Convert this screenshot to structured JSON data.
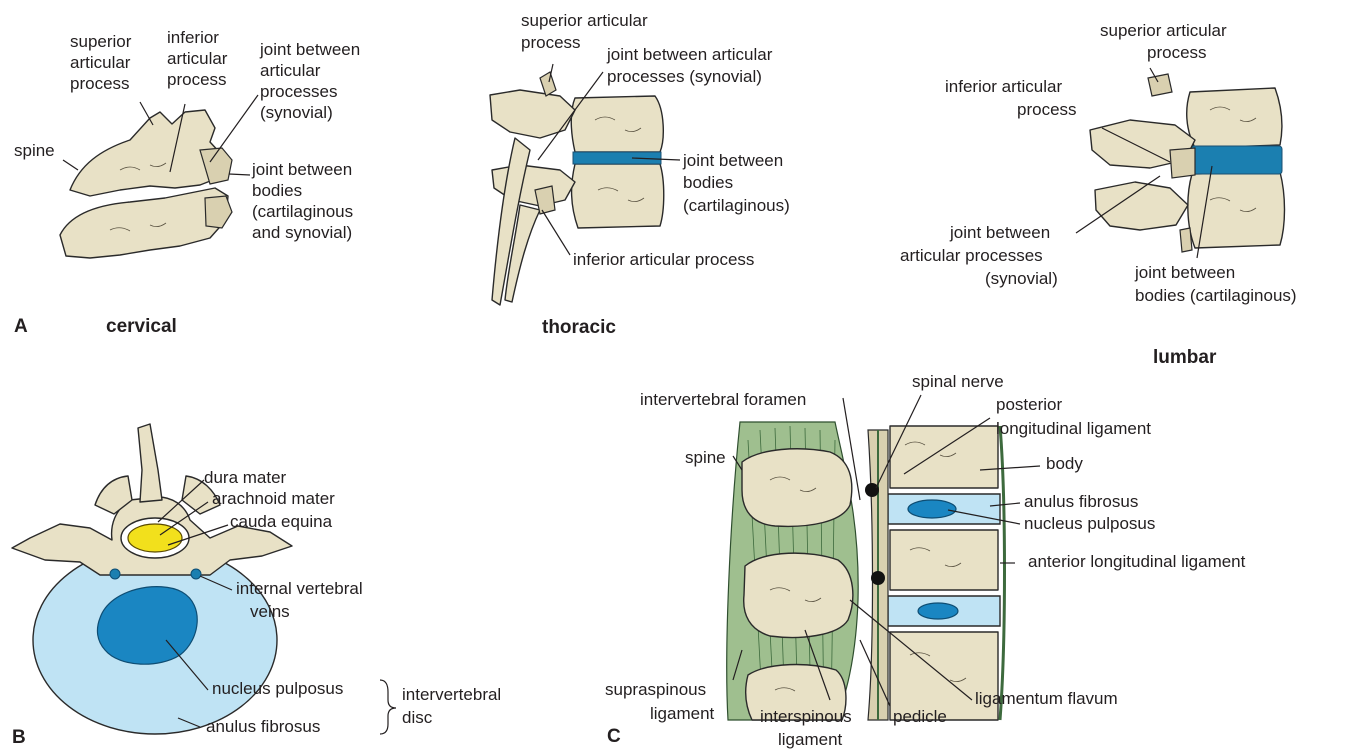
{
  "panel_letters": {
    "a": "A",
    "b": "B",
    "c": "C"
  },
  "captions": {
    "cervical": "cervical",
    "thoracic": "thoracic",
    "lumbar": "lumbar"
  },
  "cervical": {
    "superior_articular_process": [
      "superior",
      "articular",
      "process"
    ],
    "inferior_articular_process": [
      "inferior",
      "articular",
      "process"
    ],
    "joint_articular": [
      "joint between",
      "articular",
      "processes",
      "(synovial)"
    ],
    "spine": "spine",
    "joint_bodies": [
      "joint between",
      "bodies",
      "(cartilaginous",
      "and synovial)"
    ]
  },
  "thoracic": {
    "superior_articular_process": [
      "superior articular",
      "process"
    ],
    "joint_articular": [
      "joint between articular",
      "processes (synovial)"
    ],
    "joint_bodies": [
      "joint between",
      "bodies",
      "(cartilaginous)"
    ],
    "inferior_articular_process": "inferior articular process"
  },
  "lumbar": {
    "superior_articular_process": [
      "superior articular",
      "process"
    ],
    "inferior_articular_process": [
      "inferior articular",
      "process"
    ],
    "joint_articular": [
      "joint between",
      "articular processes",
      "(synovial)"
    ],
    "joint_bodies": [
      "joint between",
      "bodies (cartilaginous)"
    ]
  },
  "panel_b": {
    "dura_mater": "dura mater",
    "arachnoid_mater": "arachnoid mater",
    "cauda_equina": "cauda equina",
    "internal_vertebral_veins": [
      "internal vertebral",
      "veins"
    ],
    "nucleus_pulposus": "nucleus pulposus",
    "anulus_fibrosus": "anulus fibrosus",
    "intervertebral_disc": [
      "intervertebral",
      "disc"
    ]
  },
  "panel_c": {
    "intervertebral_foramen": "intervertebral foramen",
    "spinal_nerve": "spinal nerve",
    "posterior_longitudinal_ligament": [
      "posterior",
      "longitudinal ligament"
    ],
    "spine": "spine",
    "body": "body",
    "anulus_fibrosus": "anulus fibrosus",
    "nucleus_pulposus": "nucleus pulposus",
    "anterior_longitudinal_ligament": "anterior longitudinal ligament",
    "supraspinous_ligament": [
      "supraspinous",
      "ligament"
    ],
    "interspinous_ligament": [
      "interspinous",
      "ligament"
    ],
    "pedicle": "pedicle",
    "ligamentum_flavum": "ligamentum flavum"
  },
  "colors": {
    "bone": "#e8e1c6",
    "disc_blue": "#1b7fb0",
    "anulus_pale_blue": "#bfe3f4",
    "ligament_green": "#9fbf8f",
    "dura_yellow": "#f2e01c"
  }
}
